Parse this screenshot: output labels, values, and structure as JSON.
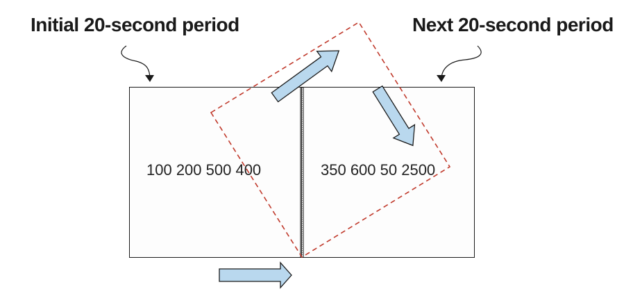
{
  "titles": {
    "initial": "Initial 20-second period",
    "next": "Next 20-second period"
  },
  "windows": {
    "initial_values": "100 200 500 400",
    "next_values": "350 600 50 2500"
  },
  "colors": {
    "window_outline": "#c0392b",
    "arrow_fill": "#b9d8ee",
    "arrow_stroke": "#1a1a1a",
    "box_border": "#1a1a1a"
  }
}
